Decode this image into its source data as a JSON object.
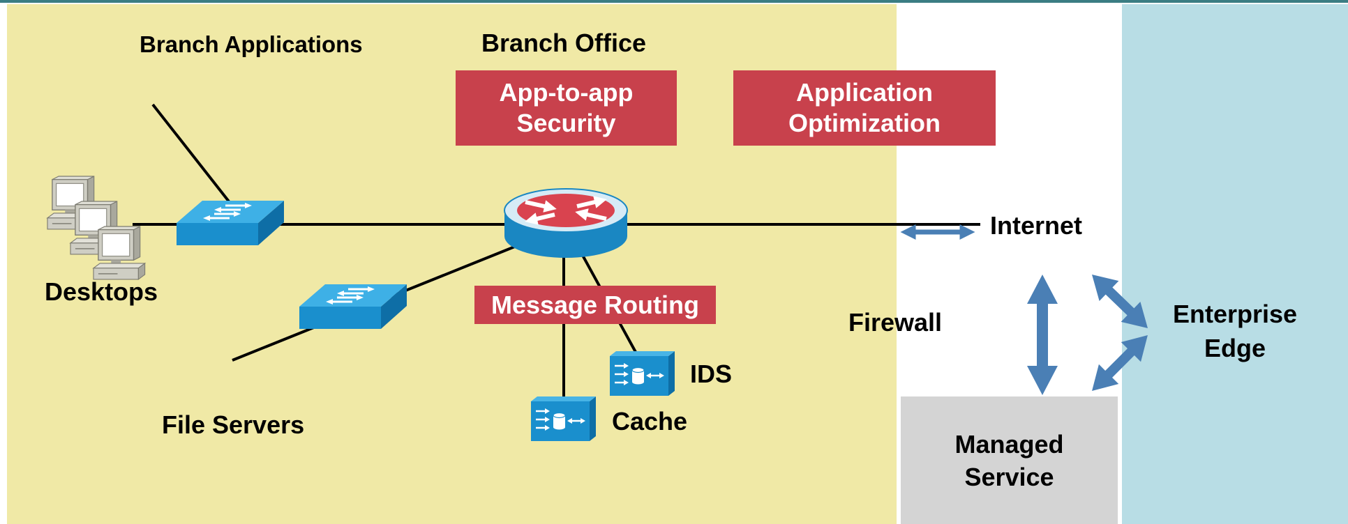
{
  "diagram": {
    "regions": {
      "branch_office": {
        "label": "Branch Office"
      },
      "enterprise_edge": {
        "line1": "Enterprise",
        "line2": "Edge"
      },
      "managed_service": {
        "line1": "Managed",
        "line2": "Service"
      }
    },
    "service_boxes": {
      "app_security": {
        "line1": "App-to-app",
        "line2": "Security"
      },
      "app_optimization": {
        "line1": "Application",
        "line2": "Optimization"
      },
      "message_routing": {
        "label": "Message Routing"
      }
    },
    "labels": {
      "branch_applications": "Branch Applications",
      "desktops": "Desktops",
      "file_servers": "File Servers",
      "ids": "IDS",
      "cache": "Cache",
      "internet": "Internet",
      "firewall": "Firewall"
    },
    "icons": {
      "desktops": "desktop-pc-icon",
      "switches": "lan-switch-icon",
      "router": "router-icon",
      "cache": "cache-engine-icon",
      "ids": "ids-sensor-icon",
      "arrows": "bidirectional-arrow-icon"
    },
    "colors": {
      "header_rule": "#3b7d83",
      "branch_office": "#f0e9a6",
      "enterprise_edge": "#b8dde5",
      "managed_service": "#d4d4d4",
      "service_box": "#c8414c",
      "link": "#000000",
      "arrow": "#4a7fb5"
    }
  }
}
